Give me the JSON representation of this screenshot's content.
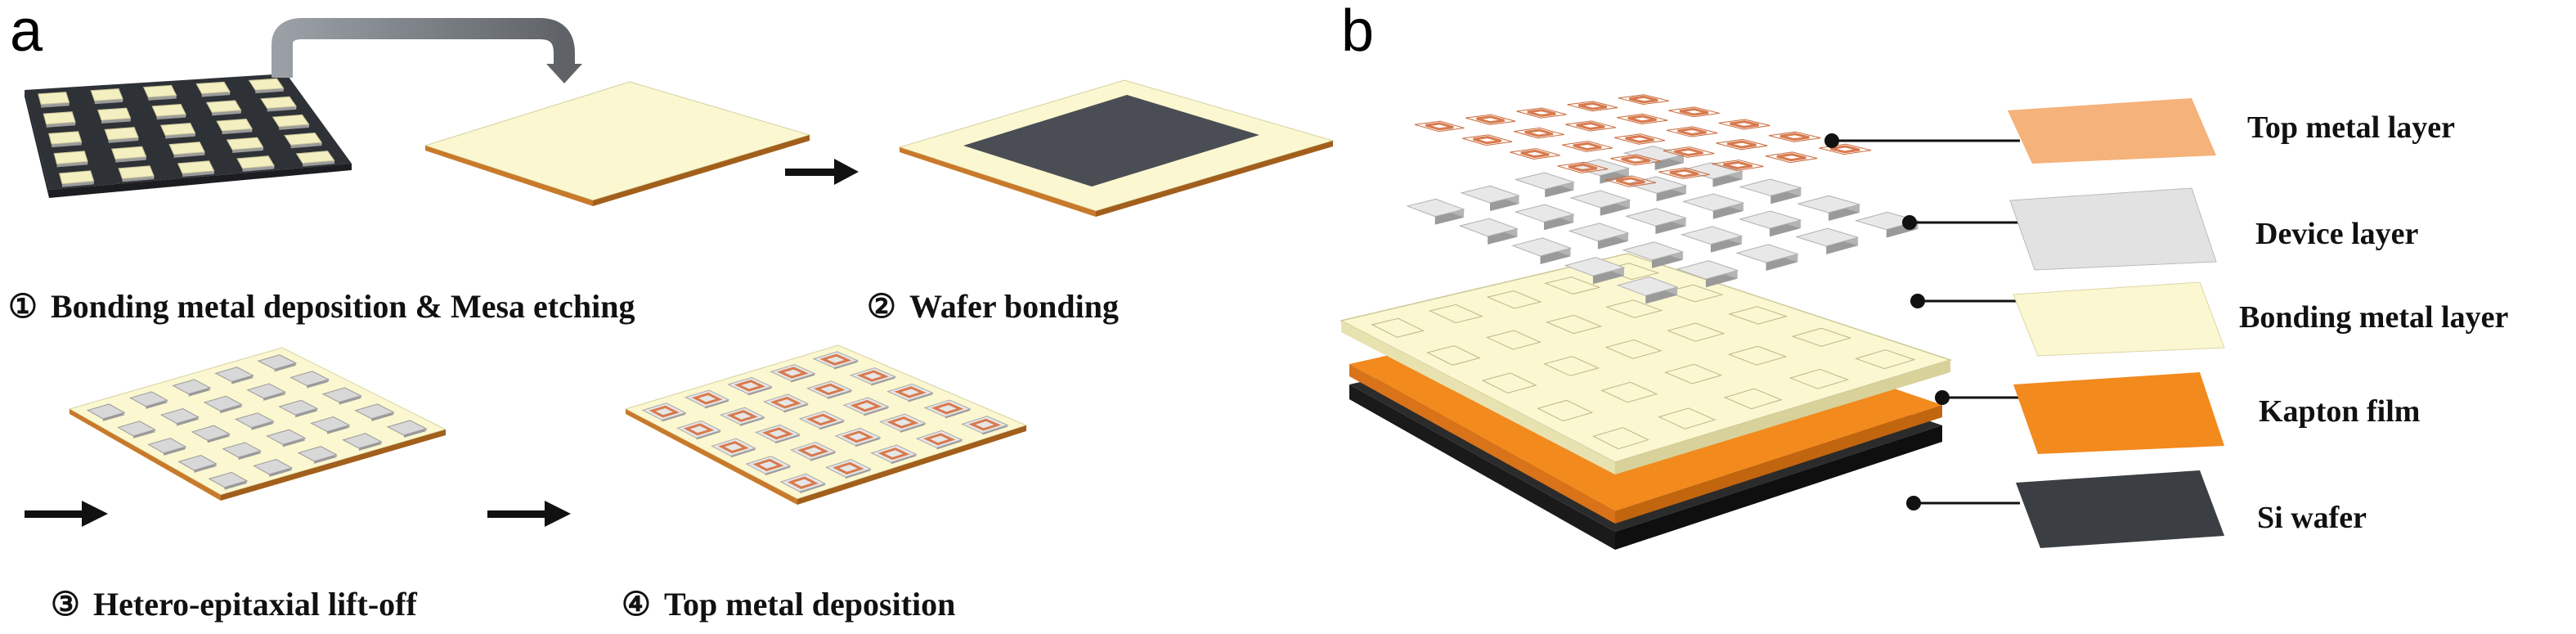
{
  "panels": {
    "a": "a",
    "b": "b"
  },
  "steps": [
    {
      "num": "①",
      "text": "Bonding metal deposition & Mesa etching"
    },
    {
      "num": "②",
      "text": "Wafer bonding"
    },
    {
      "num": "③",
      "text": "Hetero-epitaxial lift-off"
    },
    {
      "num": "④",
      "text": "Top metal deposition"
    }
  ],
  "layers": [
    "Top metal layer",
    "Device layer",
    "Bonding metal layer",
    "Kapton film",
    "Si wafer"
  ],
  "colors": {
    "si_wafer": "#3b3e43",
    "kapton": "#f28a1e",
    "bonding_metal": "#fbf7d0",
    "device": "#e6e6e6",
    "top_metal": "#e08a5a"
  }
}
